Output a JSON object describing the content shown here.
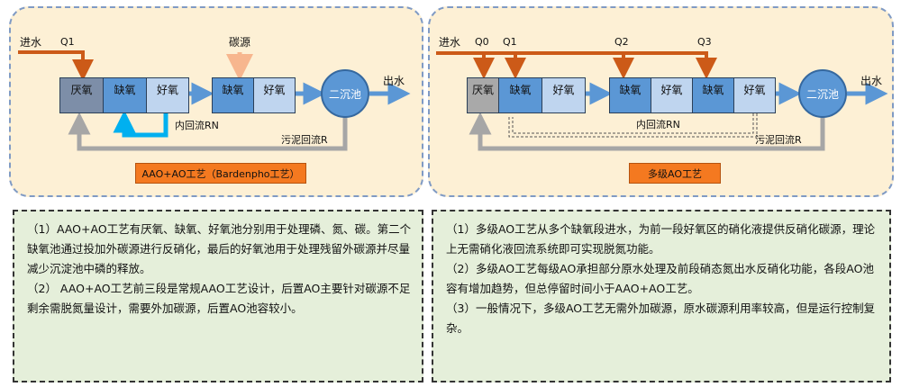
{
  "left_diagram": {
    "inflow_label": "进水",
    "q1_label": "Q1",
    "carbon_label": "碳源",
    "tanks": [
      "厌氧",
      "缺氧",
      "好氧",
      "缺氧",
      "好氧"
    ],
    "clarifier": "二沉池",
    "outflow_label": "出水",
    "internal_recycle": "内回流RN",
    "sludge_recycle": "污泥回流R",
    "title": "AAO+AO工艺（Bardenpho工艺）"
  },
  "right_diagram": {
    "inflow_label": "进水",
    "q_labels": [
      "Q0",
      "Q1",
      "Q2",
      "Q3"
    ],
    "tanks": [
      "厌氧",
      "缺氧",
      "好氧",
      "缺氧",
      "好氧",
      "缺氧",
      "好氧"
    ],
    "clarifier": "二沉池",
    "outflow_label": "出水",
    "internal_recycle": "内回流RN",
    "sludge_recycle": "污泥回流R",
    "title": "多级AO工艺"
  },
  "left_text": [
    "（1）AAO+AO工艺有厌氧、缺氧、好氧池分别用于处理磷、氮、碳。第二个缺氧池通过投加外碳源进行反硝化，最后的好氧池用于处理残留外碳源并尽量减少沉淀池中磷的释放。",
    "（2） AAO+AO工艺前三段是常规AAO工艺设计，后置AO主要针对碳源不足剩余需脱氮量设计，需要外加碳源，后置AO池容较小。"
  ],
  "right_text": [
    "（1）多级AO工艺从多个缺氧段进水，为前一段好氧区的硝化液提供反硝化碳源，理论上无需硝化液回流系统即可实现脱氮功能。",
    "（2）多级AO工艺每级AO承担部分原水处理及前段硝态氮出水反硝化功能，各段AO池容有增加趋势，但总停留时间小于AAO+AO工艺。",
    "（3）一般情况下，多级AO工艺无需外加碳源，原水碳源利用率较高，但是运行控制复杂。"
  ],
  "colors": {
    "panel_bg": "#fdf0d5",
    "anaerobic_left": "#7d8ea8",
    "anaerobic_right": "#a9a9a9",
    "anoxic": "#5b97d5",
    "aerobic": "#bfd5ef",
    "inflow_arrow": "#cc5a18",
    "carbon_arrow": "#f7b68e",
    "flow_arrow": "#5b97d5",
    "recycle_line": "#a6a6a6",
    "internal_recycle_left": "#00b0f0",
    "title_tag": "#f47920",
    "text_bg": "#e5efda"
  }
}
